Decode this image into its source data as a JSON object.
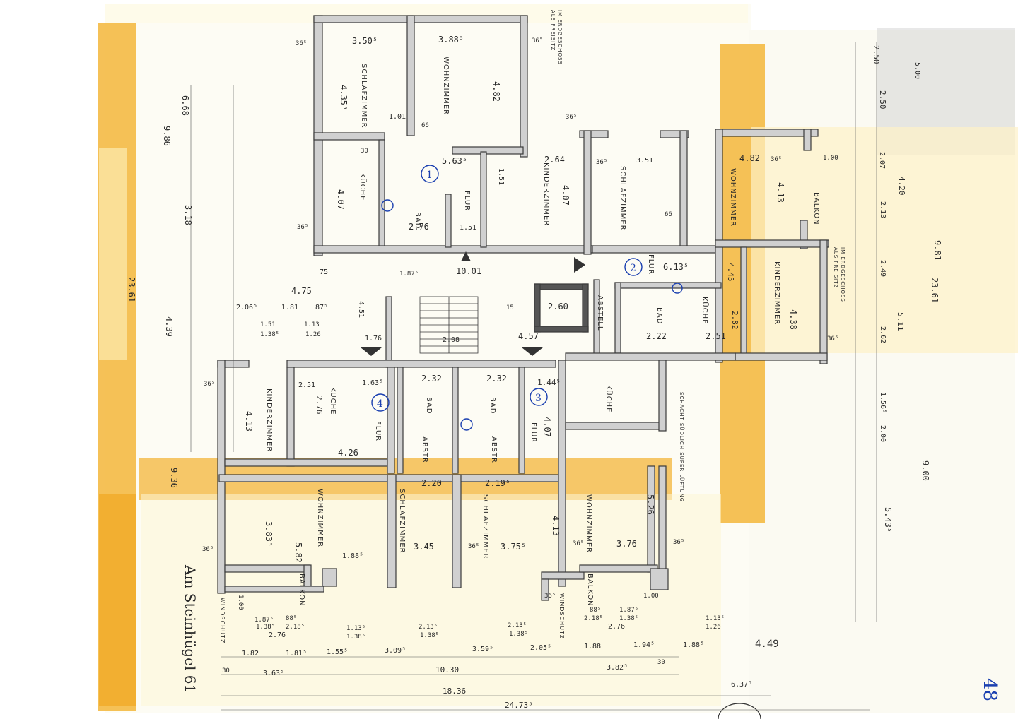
{
  "colors": {
    "paper": "#fbfaf2",
    "paper_left": "#fdf8df",
    "tape_yellow": "#f3b63a",
    "tape_light": "#fbe6a6",
    "ink": "#3a3a3a",
    "wall_fill": "#d0d0d0",
    "blue_pen": "#1a3fb0",
    "grey_patch": "#c9c9c9"
  },
  "street_name": "Am Steinhügel 61",
  "sheet_number": "48",
  "unit_numbers": [
    "1",
    "2",
    "3",
    "4"
  ],
  "notes": {
    "top_right": [
      "IM ERDGESCHOSS",
      "ALS FREISITZ"
    ],
    "mid_right": [
      "IM ERDGESCHOSS",
      "ALS FREISITZ"
    ],
    "ventilation": "SCHACHT SÜDLICH SUPER LÜFTUNG"
  },
  "rooms": {
    "schlafzimmer_top": "SCHLAFZIMMER",
    "wohnzimmer_top": "WOHNZIMMER",
    "kueche_top": "KÜCHE",
    "bad_top": "BAD",
    "flur_top": "FLUR",
    "kinderzimmer_top": "KINDERZIMMER",
    "schlafzimmer_u2": "SCHLAFZIMMER",
    "flur_u2": "FLUR",
    "wohnzimmer_u2": "WOHNZIMMER",
    "balkon_u2": "BALKON",
    "kinderzimmer_u2": "KINDERZIMMER",
    "abstell_u2": "ABSTELL",
    "bad_u2": "BAD",
    "kueche_u2": "KÜCHE",
    "kinderzimmer_u4": "KINDERZIMMER",
    "kueche_u4": "KÜCHE",
    "flur_u4": "FLUR",
    "bad_u4": "BAD",
    "abstr_u4": "ABSTR",
    "wohnzimmer_u4": "WOHNZIMMER",
    "schlafzimmer_u4": "SCHLAFZIMMER",
    "balkon_u4": "BALKON",
    "windschutz_u4": "WINDSCHUTZ",
    "bad_u3": "BAD",
    "abstr_u3": "ABSTR",
    "flur_u3": "FLUR",
    "kueche_u3": "KÜCHE",
    "schlafzimmer_u3": "SCHLAFZIMMER",
    "wohnzimmer_u3": "WOHNZIMMER",
    "balkon_u3": "BALKON",
    "windschutz_u3": "WINDSCHUTZ"
  },
  "dims": {
    "d350": "3.50⁵",
    "d388": "3.88⁵",
    "d435": "4.35⁵",
    "d482a": "4.82",
    "d101": "1.01",
    "d563": "5.63⁵",
    "d407a": "4.07",
    "d276a": "2.76",
    "d151a": "1.51",
    "d151b": "1.51",
    "d264": "2.64",
    "d407b": "4.07",
    "d351": "3.51",
    "d482b": "4.82",
    "d413a": "4.13",
    "d1001": "10.01",
    "d475": "4.75",
    "d260": "2.60",
    "d613": "6.13⁵",
    "d445": "4.45",
    "d438": "4.38",
    "d282": "2.82",
    "d251a": "2.51",
    "d222": "2.22",
    "d457": "4.57",
    "d208": "2.08",
    "d176": "1.76",
    "d163": "1.63⁵",
    "d232a": "2.32",
    "d232b": "2.32",
    "d144": "1.44⁵",
    "d251b": "2.51",
    "d276b": "2.76",
    "d413b": "4.13",
    "d426": "4.26",
    "d407c": "4.07",
    "d220": "2.20",
    "d219": "2.19⁵",
    "d526": "5.26",
    "d383": "3.83⁵",
    "d582": "5.82",
    "d345": "3.45",
    "d375": "3.75⁵",
    "d413c": "4.13",
    "d376": "3.76",
    "d188": "1.88⁵",
    "d668": "6.68",
    "d986": "9.86",
    "d318": "3.18",
    "d2361a": "23.61",
    "d439": "4.39",
    "d936": "9.36",
    "d2361b": "23.61",
    "d981": "9.81",
    "d900": "9.00",
    "d543": "5.43⁵",
    "d511": "5.11",
    "d250a": "2.50",
    "d250b": "2.50",
    "d500": "5.00",
    "d420": "4.20",
    "d207": "2.07",
    "d213": "2.13",
    "d249": "2.49",
    "d262": "2.62",
    "d156": "1.56⁵",
    "d200": "2.00",
    "d2473": "24.73⁵",
    "d1836": "18.36",
    "d1030": "10.30",
    "d363": "3.63⁵",
    "d382": "3.82⁵",
    "d637": "6.37⁵",
    "d449": "4.49",
    "b182": "1.82",
    "b181": "1.81⁵",
    "b155": "1.55⁵",
    "b309": "3.09⁵",
    "b359": "3.59⁵",
    "b205": "2.05⁵",
    "b188": "1.88",
    "b194": "1.94⁵",
    "b188b": "1.88⁵",
    "b187a": "1.87⁵",
    "b88a": "88⁵",
    "b138a": "1.38⁵",
    "b218a": "2.18⁵",
    "b276c": "2.76",
    "b113a": "1.13⁵",
    "b138b": "1.38⁵",
    "b213a": "2.13⁵",
    "b138c": "1.38⁵",
    "b213b": "2.13⁵",
    "b138d": "1.38⁵",
    "b88b": "88⁵",
    "b218b": "2.18⁵",
    "b187b": "1.87⁵",
    "b138e": "1.38⁵",
    "b276d": "2.76",
    "b113b": "1.13⁵",
    "b126": "1.26",
    "m206": "2.06⁵",
    "m181": "1.81",
    "m87": "87⁵",
    "m451": "4.51",
    "m151": "1.51",
    "m113": "1.13",
    "m138": "1.38⁵",
    "m126": "1.26",
    "m75": "75",
    "m187": "1.87⁵",
    "w365": "36⁵",
    "w30": "30",
    "w66": "66",
    "w15": "15",
    "w100": "1.00"
  }
}
